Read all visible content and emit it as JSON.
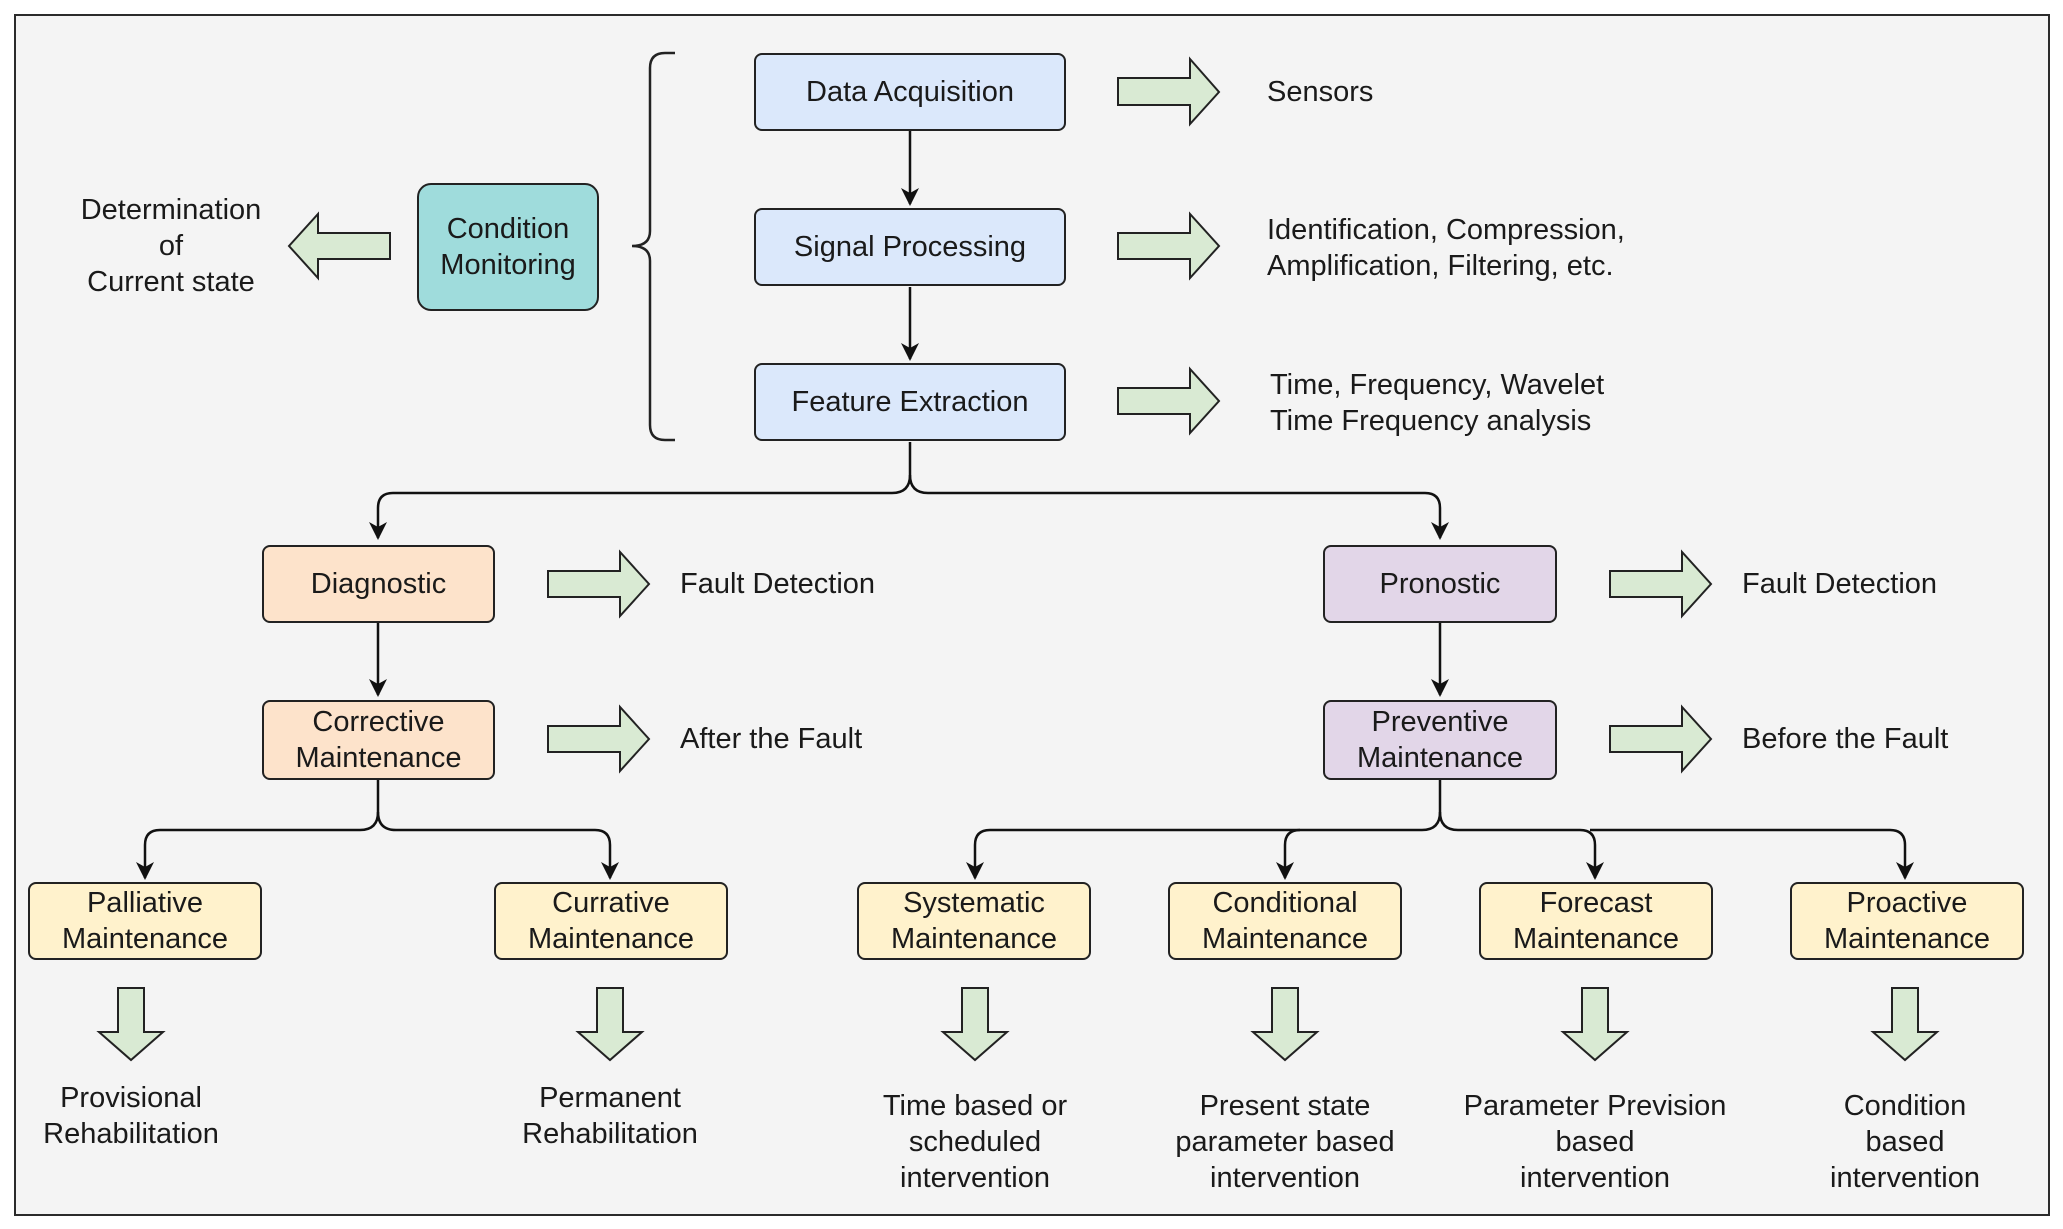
{
  "condition_monitoring": {
    "box_label": "Condition\nMonitoring",
    "result": "Determination\nof\nCurrent state"
  },
  "pipeline": [
    {
      "label": "Data Acquisition",
      "detail": "Sensors"
    },
    {
      "label": "Signal Processing",
      "detail": "Identification, Compression,\nAmplification, Filtering, etc."
    },
    {
      "label": "Feature Extraction",
      "detail": "Time, Frequency, Wavelet\nTime Frequency analysis"
    }
  ],
  "diagnostic": {
    "label": "Diagnostic",
    "detail": "Fault Detection",
    "maintenance": {
      "label": "Corrective\nMaintenance",
      "detail": "After the Fault"
    },
    "children": [
      {
        "label": "Palliative\nMaintenance",
        "outcome": "Provisional\nRehabilitation"
      },
      {
        "label": "Currative\nMaintenance",
        "outcome": "Permanent\nRehabilitation"
      }
    ]
  },
  "prognostic": {
    "label": "Pronostic",
    "detail": "Fault Detection",
    "maintenance": {
      "label": "Preventive\nMaintenance",
      "detail": "Before the Fault"
    },
    "children": [
      {
        "label": "Systematic\nMaintenance",
        "outcome": "Time based or\nscheduled\nintervention"
      },
      {
        "label": "Conditional\nMaintenance",
        "outcome": "Present state\nparameter based\nintervention"
      },
      {
        "label": "Forecast\nMaintenance",
        "outcome": "Parameter Prevision\nbased\nintervention"
      },
      {
        "label": "Proactive\nMaintenance",
        "outcome": "Condition\nbased\nintervention"
      }
    ]
  },
  "colors": {
    "pipeline_fill": "#dbe8fb",
    "monitoring_fill": "#9fdcdc",
    "diagnostic_fill": "#fde3cb",
    "prognostic_fill": "#e2d6e8",
    "maintenance_fill": "#fff2cc",
    "block_arrow_fill": "#d9ead3"
  }
}
